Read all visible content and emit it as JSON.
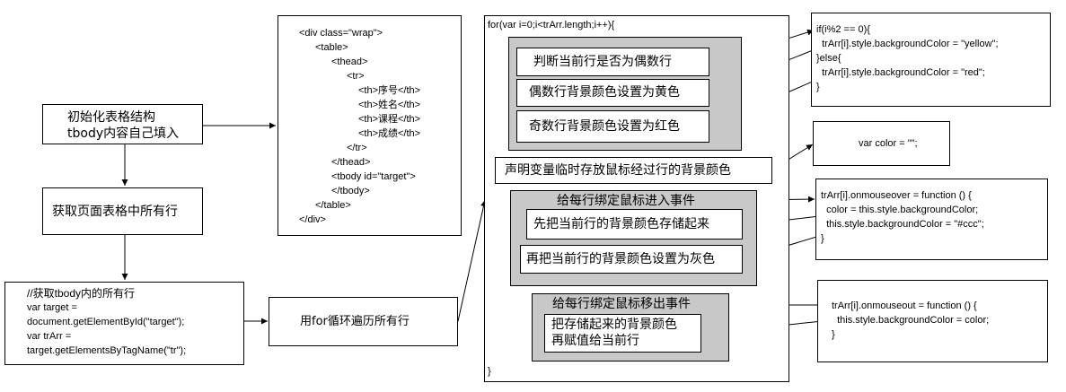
{
  "left_flow": {
    "init": [
      "初始化表格结构",
      "tbody内容自己填入"
    ],
    "get_rows": "获取页面表格中所有行",
    "code_block": [
      "//获取tbody内的所有行",
      "var target =",
      "document.getElementById(\"target\");",
      "var trArr =",
      "target.getElementsByTagName(\"tr\");"
    ],
    "for_loop": "用for循环遍历所有行"
  },
  "html_structure": [
    "<div class=\"wrap\">",
    "<table>",
    "<thead>",
    "<tr>",
    "<th>序号</th>",
    "<th>姓名</th>",
    "<th>课程</th>",
    "<th>成绩</th>",
    "</tr>",
    "</thead>",
    "<tbody id=\"target\">",
    "</tbody>",
    "</table>",
    "</div>"
  ],
  "for_block": {
    "header": "for(var i=0;i<trArr.length;i++){",
    "close": "}",
    "steps": {
      "check_even": "判断当前行是否为偶数行",
      "even_yellow": "偶数行背景颜色设置为黄色",
      "odd_red": "奇数行背景颜色设置为红色",
      "declare_var": "声明变量临时存放鼠标经过行的背景颜色",
      "mouseover_title": "给每行绑定鼠标进入事件",
      "store_color": "先把当前行的背景颜色存储起来",
      "set_gray": "再把当前行的背景颜色设置为灰色",
      "mouseout_title": "给每行绑定鼠标移出事件",
      "restore_line1": "把存储起来的背景颜色",
      "restore_line2": "再赋值给当前行"
    }
  },
  "code_right": {
    "ifelse": [
      "if(i%2 == 0){",
      "  trArr[i].style.backgroundColor = \"yellow\";",
      "}else{",
      "  trArr[i].style.backgroundColor = \"red\";",
      "}"
    ],
    "var_color": "var color = \"\";",
    "mouseover": [
      "trArr[i].onmouseover = function () {",
      "  color = this.style.backgroundColor;",
      "  this.style.backgroundColor = \"#ccc\";",
      "}"
    ],
    "mouseout": [
      "trArr[i].onmouseout = function () {",
      "  this.style.backgroundColor = color;",
      "}"
    ]
  }
}
